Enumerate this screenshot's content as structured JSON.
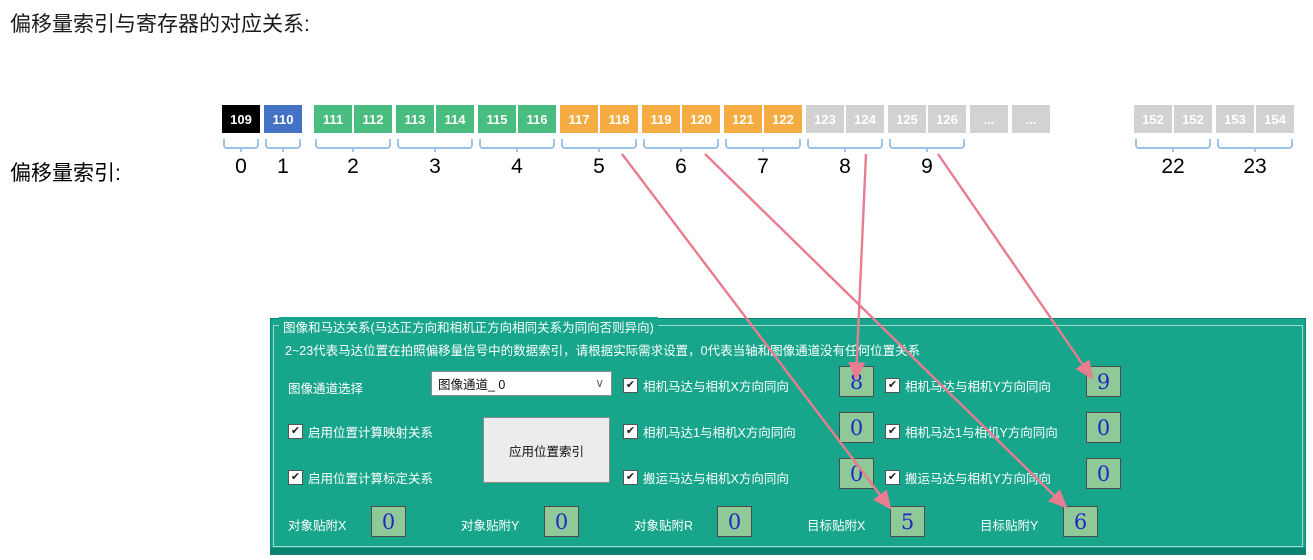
{
  "title": "偏移量索引与寄存器的对应关系:",
  "strip": {
    "axis_label": "偏移量索引:",
    "groups": [
      {
        "index": "0",
        "cells": [
          "109"
        ],
        "color": "black"
      },
      {
        "index": "1",
        "cells": [
          "110"
        ],
        "color": "blue"
      },
      {
        "index": "2",
        "cells": [
          "111",
          "112"
        ],
        "color": "green"
      },
      {
        "index": "3",
        "cells": [
          "113",
          "114"
        ],
        "color": "green"
      },
      {
        "index": "4",
        "cells": [
          "115",
          "116"
        ],
        "color": "green"
      },
      {
        "index": "5",
        "cells": [
          "117",
          "118"
        ],
        "color": "orange"
      },
      {
        "index": "6",
        "cells": [
          "119",
          "120"
        ],
        "color": "orange"
      },
      {
        "index": "7",
        "cells": [
          "121",
          "122"
        ],
        "color": "orange"
      },
      {
        "index": "8",
        "cells": [
          "123",
          "124"
        ],
        "color": "gray"
      },
      {
        "index": "9",
        "cells": [
          "125",
          "126"
        ],
        "color": "gray"
      },
      {
        "index": "",
        "cells": [
          "..."
        ],
        "color": "gray"
      },
      {
        "index": "",
        "cells": [
          "..."
        ],
        "color": "gray"
      },
      {
        "index": "22",
        "cells": [
          "152",
          "152"
        ],
        "color": "gray"
      },
      {
        "index": "23",
        "cells": [
          "153",
          "154"
        ],
        "color": "gray"
      }
    ]
  },
  "panel": {
    "group_title": "图像和马达关系(马达正方向和相机正方向相同关系为同向否则异向)",
    "note": "2~23代表马达位置在拍照偏移量信号中的数据索引，请根据实际需求设置，0代表当轴和图像通道没有任何位置关系",
    "channel_label": "图像通道选择",
    "channel_value": "图像通道_ 0",
    "apply_button": "应用位置索引",
    "enable_checkboxes": [
      "启用位置计算映射关系",
      "启用位置计算标定关系"
    ],
    "motor_rows": [
      {
        "x_label": "相机马达与相机X方向同向",
        "x_value": "8",
        "y_label": "相机马达与相机Y方向同向",
        "y_value": "9"
      },
      {
        "x_label": "相机马达1与相机X方向同向",
        "x_value": "0",
        "y_label": "相机马达1与相机Y方向同向",
        "y_value": "0"
      },
      {
        "x_label": "搬运马达与相机X方向同向",
        "x_value": "0",
        "y_label": "搬运马达与相机Y方向同向",
        "y_value": "0"
      }
    ],
    "attach_fields": [
      {
        "label": "对象贴附X",
        "value": "0"
      },
      {
        "label": "对象贴附Y",
        "value": "0"
      },
      {
        "label": "对象贴附R",
        "value": "0"
      },
      {
        "label": "目标贴附X",
        "value": "5"
      },
      {
        "label": "目标贴附Y",
        "value": "6"
      }
    ]
  },
  "colors": {
    "cell_black": "#000000",
    "cell_blue": "#4472c4",
    "cell_green": "#49bd7f",
    "cell_orange": "#f5ad43",
    "cell_gray": "#d2d2d2",
    "bracket_blue": "#9cc3e8",
    "panel_teal": "#17a68c",
    "panel_dark_teal": "#0d8170",
    "arrow_pink": "#e87c90",
    "value_box_green": "#8fc998",
    "value_text_blue": "#2228c4"
  }
}
